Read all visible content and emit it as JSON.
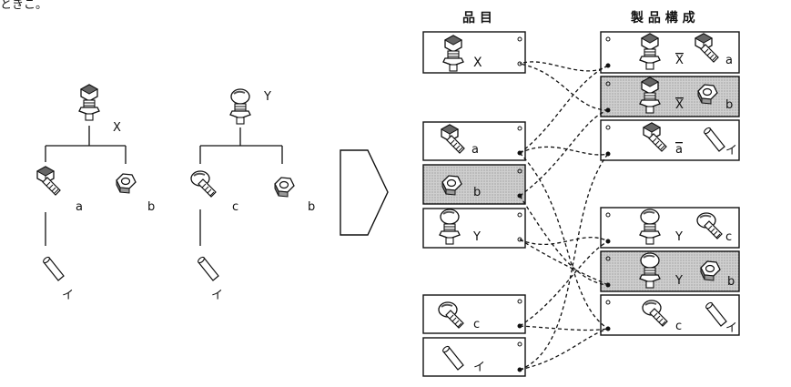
{
  "header_partial": "ときこ。",
  "left_tree": {
    "root_x": "X",
    "root_y": "Y",
    "child_a": "a",
    "child_b1": "b",
    "child_c": "c",
    "child_b2": "b",
    "leaf_i1": "イ",
    "leaf_i2": "イ"
  },
  "table_items": {
    "header": "品 目",
    "rows": [
      "X",
      "a",
      "b",
      "Y",
      "c",
      "イ"
    ]
  },
  "table_structure": {
    "header": "製 品 構 成",
    "rows": [
      {
        "parent": "X",
        "child": "a"
      },
      {
        "parent": "X",
        "child": "b"
      },
      {
        "parent": "a",
        "child": "イ"
      },
      {
        "parent": "Y",
        "child": "c"
      },
      {
        "parent": "Y",
        "child": "b"
      },
      {
        "parent": "c",
        "child": "イ"
      }
    ]
  },
  "colors": {
    "shaded_fill": "#c9c9c9",
    "stroke": "#111111"
  },
  "icons": [
    "hex-bolt-icon",
    "round-head-bolt-icon",
    "hex-nut-icon",
    "pin-icon"
  ]
}
